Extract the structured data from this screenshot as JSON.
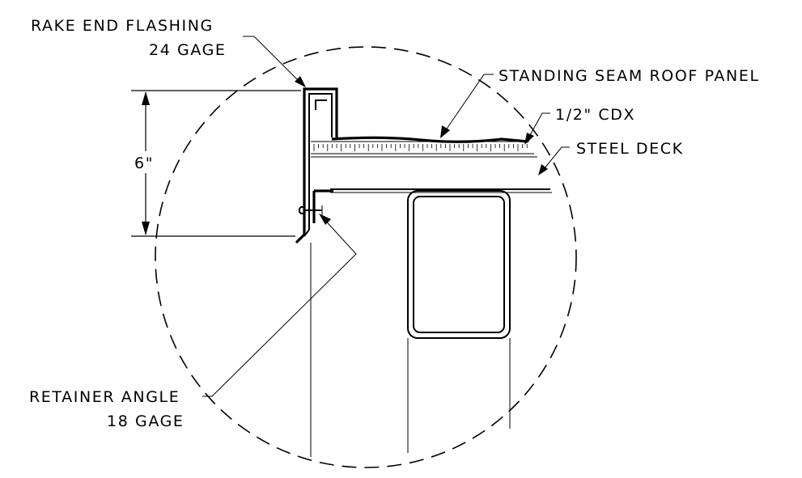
{
  "labels": {
    "rake_end_flashing": "RAKE END FLASHING",
    "rake_end_flashing_gage": "24 GAGE",
    "standing_seam_roof_panel": "STANDING SEAM ROOF PANEL",
    "cdx": "1/2\" CDX",
    "steel_deck": "STEEL DECK",
    "dimension": "6\"",
    "retainer_angle": "RETAINER ANGLE",
    "retainer_angle_gage": "18 GAGE"
  }
}
